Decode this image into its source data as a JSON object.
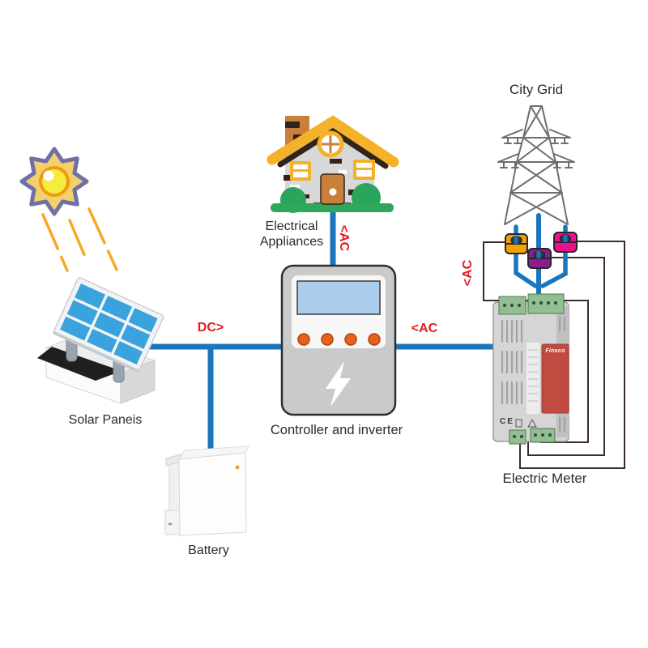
{
  "diagram": {
    "nodes": {
      "solar_panels": {
        "label": "Solar Paneis"
      },
      "battery": {
        "label": "Battery"
      },
      "controller": {
        "label": "Controller and inverter"
      },
      "appliances": {
        "label_line1": "Electrical",
        "label_line2": "Appliances"
      },
      "city_grid": {
        "label": "City Grid"
      },
      "electric_meter": {
        "label": "Electric Meter",
        "brand": "Fineco",
        "ce_mark": "CE"
      }
    },
    "flow_labels": {
      "solar_to_controller": "DC>",
      "controller_to_appliances": "<AC",
      "meter_to_controller": "<AC",
      "grid_to_meter": "<AC"
    },
    "colors": {
      "power_line_blue": "#1b75bc",
      "flow_label_red": "#e21b22",
      "ct_orange": "#f5a005",
      "ct_purple": "#8c1d8f",
      "ct_magenta": "#ee0f8d",
      "signal_wire_dark": "#3b2c28",
      "roof_gold": "#f3b229",
      "greenery": "#2fa85c",
      "meter_label_red": "#c14b40"
    }
  }
}
